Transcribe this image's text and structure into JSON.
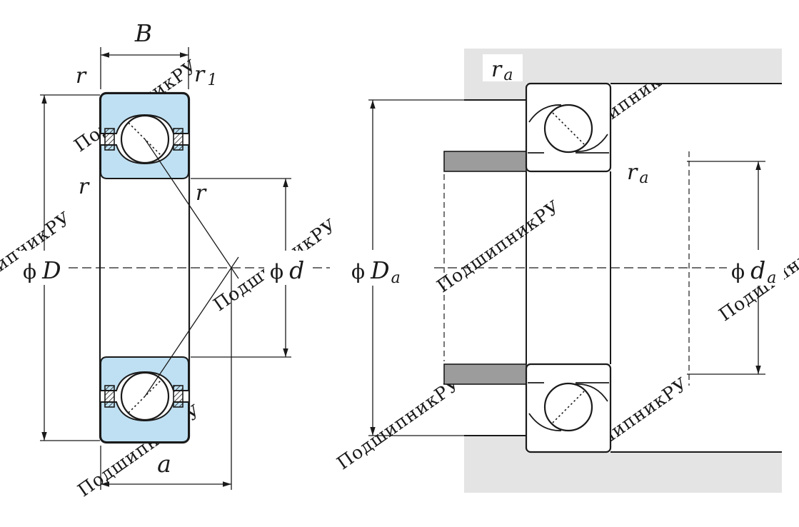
{
  "watermark": {
    "text": "ПодшипникРУ",
    "color": "#c9c9c9"
  },
  "colors": {
    "ring_fill": "#bfe0f2",
    "housing_fill": "#e4e4e4",
    "shoulder_fill": "#9c9c9c",
    "line": "#1a1a1a",
    "background": "#ffffff"
  },
  "left_view": {
    "width_label": "B",
    "fillet_label": "r",
    "fillet1_base": "r",
    "fillet1_sub": "1",
    "phi": "ϕ",
    "outer_diameter": "D",
    "bore_diameter": "d",
    "center_offset": "a"
  },
  "right_view": {
    "phi": "ϕ",
    "fillet_base": "r",
    "fillet_sub": "a",
    "housing_diameter_base": "D",
    "housing_diameter_sub": "a",
    "shaft_diameter_base": "d",
    "shaft_diameter_sub": "a"
  }
}
